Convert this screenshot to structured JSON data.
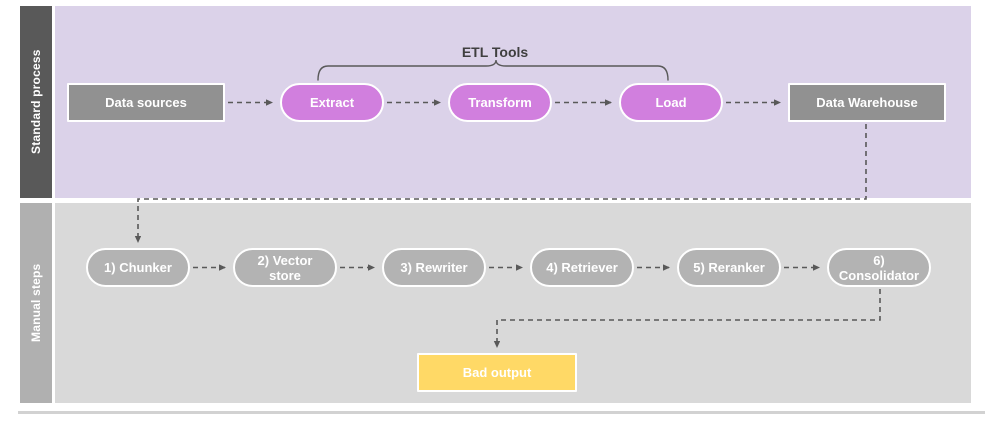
{
  "diagram": {
    "title_caption": "ETL Tools",
    "lanes": [
      {
        "name": "standard-process",
        "label": "Standard process",
        "band_color": "#DBD2E9",
        "label_color": "#595959"
      },
      {
        "name": "manual-steps",
        "label": "Manual steps",
        "band_color": "#D9D9D9",
        "label_color": "#B0B0B0"
      }
    ],
    "standard_process": {
      "nodes": [
        {
          "id": "data-sources",
          "label": "Data sources",
          "shape": "rect",
          "color": "#919191"
        },
        {
          "id": "extract",
          "label": "Extract",
          "shape": "pill",
          "color": "#D17FDE"
        },
        {
          "id": "transform",
          "label": "Transform",
          "shape": "pill",
          "color": "#D17FDE"
        },
        {
          "id": "load",
          "label": "Load",
          "shape": "pill",
          "color": "#D17FDE"
        },
        {
          "id": "data-warehouse",
          "label": "Data Warehouse",
          "shape": "rect",
          "color": "#919191"
        }
      ],
      "brace_label": "ETL Tools",
      "brace_spans": [
        "extract",
        "transform",
        "load"
      ]
    },
    "manual_steps": {
      "nodes": [
        {
          "id": "chunker",
          "label": "1) Chunker",
          "shape": "pill",
          "color": "#B3B3B3"
        },
        {
          "id": "vector-store",
          "label": "2) Vector\nstore",
          "line1": "2) Vector",
          "line2": "store",
          "shape": "pill",
          "color": "#B3B3B3"
        },
        {
          "id": "rewriter",
          "label": "3) Rewriter",
          "shape": "pill",
          "color": "#B3B3B3"
        },
        {
          "id": "retriever",
          "label": "4) Retriever",
          "shape": "pill",
          "color": "#B3B3B3"
        },
        {
          "id": "reranker",
          "label": "5) Reranker",
          "shape": "pill",
          "color": "#B3B3B3"
        },
        {
          "id": "consolidator",
          "label": "6)\nConsolidator",
          "line1": "6)",
          "line2": "Consolidator",
          "shape": "pill",
          "color": "#B3B3B3"
        }
      ],
      "output": {
        "id": "bad-output",
        "label": "Bad output",
        "shape": "rect",
        "color": "#FFD966"
      }
    },
    "connector_style": {
      "stroke": "#595959",
      "dash": "5,4",
      "type": "dashed-arrow"
    }
  }
}
